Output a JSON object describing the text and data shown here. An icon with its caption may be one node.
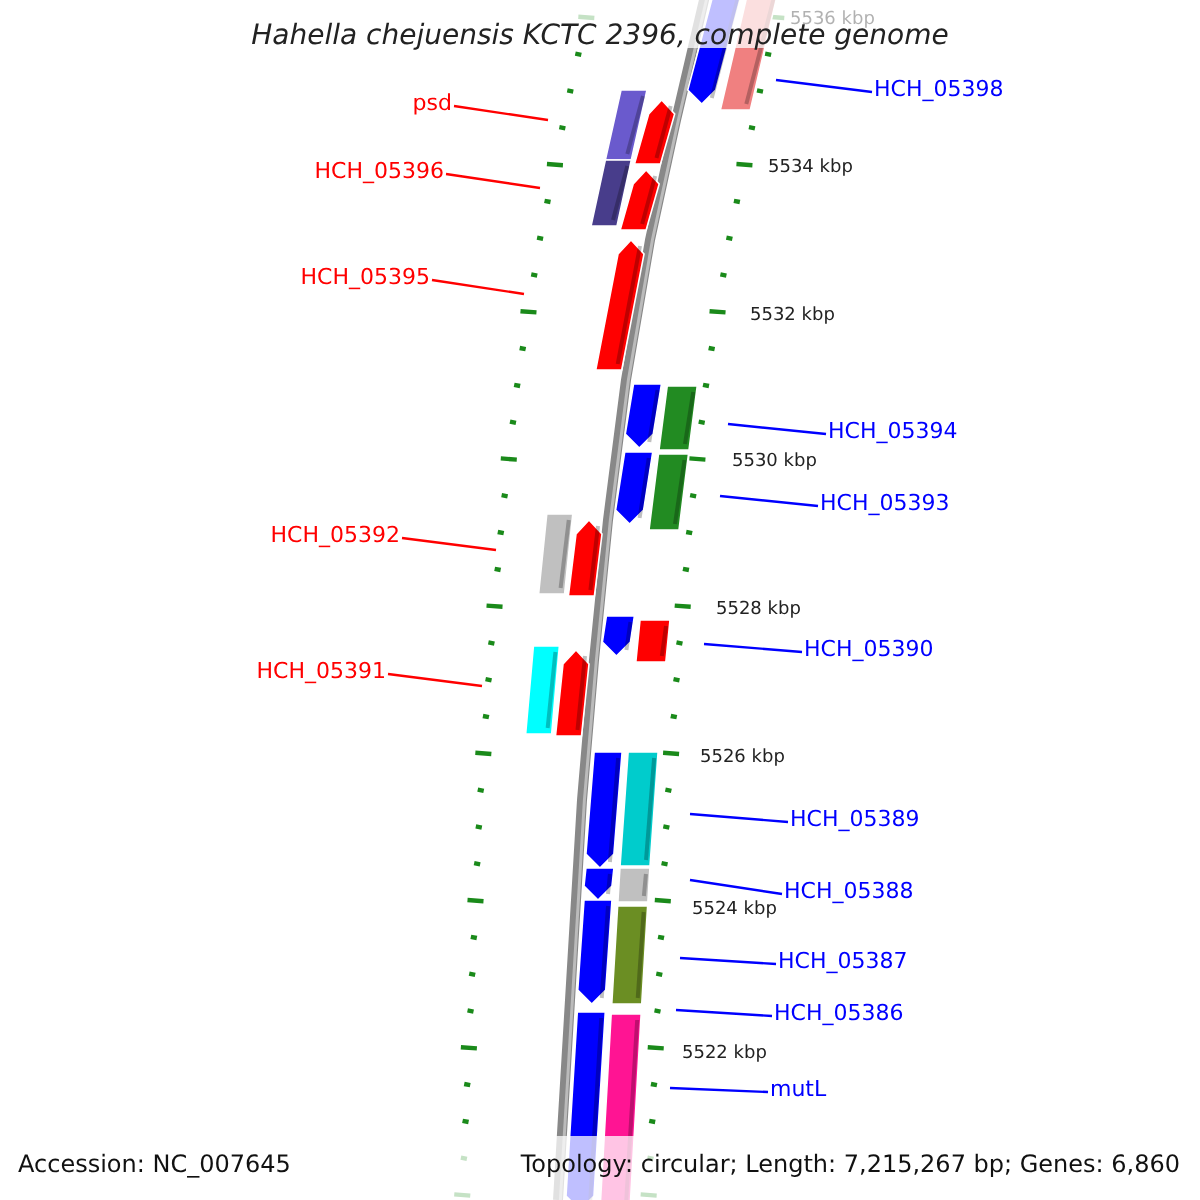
{
  "diagram": {
    "title": "Hahella chejuensis KCTC 2396, complete genome",
    "nodes": [
      {
        "text": [
          "HCH_05398"
        ]
      },
      {
        "text": [
          "psd"
        ]
      },
      {
        "text": [
          "HCH_05396"
        ]
      },
      {
        "text": [
          "HCH_05395"
        ]
      },
      {
        "text": [
          "HCH_05394"
        ]
      },
      {
        "text": [
          "HCH_05393"
        ]
      },
      {
        "text": [
          "HCH_05392"
        ]
      },
      {
        "text": [
          "HCH_05390"
        ]
      },
      {
        "text": [
          "HCH_05391"
        ]
      },
      {
        "text": [
          "HCH_05389"
        ]
      },
      {
        "text": [
          "HCH_05388"
        ]
      },
      {
        "text": [
          "HCH_05387"
        ]
      },
      {
        "text": [
          "HCH_05386"
        ]
      },
      {
        "text": [
          "mutL"
        ]
      }
    ],
    "edges": [
      {
        "from": 0,
        "to": null,
        "arrow": "none"
      },
      {
        "from": 1,
        "to": null,
        "arrow": "none",
        "color": "#ff0000"
      },
      {
        "from": 2,
        "to": null,
        "arrow": "none",
        "color": "#ff0000"
      },
      {
        "from": 3,
        "to": null,
        "arrow": "none",
        "color": "#ff0000"
      },
      {
        "from": 4,
        "to": null,
        "arrow": "none"
      },
      {
        "from": 5,
        "to": null,
        "arrow": "none"
      },
      {
        "from": 6,
        "to": null,
        "arrow": "none",
        "color": "#ff0000"
      },
      {
        "from": 7,
        "to": null,
        "arrow": "none"
      },
      {
        "from": 8,
        "to": null,
        "arrow": "none",
        "color": "#ff0000"
      },
      {
        "from": 9,
        "to": null,
        "arrow": "none"
      },
      {
        "from": 10,
        "to": null,
        "arrow": "none"
      },
      {
        "from": 11,
        "to": null,
        "arrow": "none"
      },
      {
        "from": 12,
        "to": null,
        "arrow": "none"
      },
      {
        "from": 13,
        "to": null,
        "arrow": "none"
      }
    ],
    "labels": [
      "5536 kbp",
      "5534 kbp",
      "5532 kbp",
      "5530 kbp",
      "5528 kbp",
      "5526 kbp",
      "5524 kbp",
      "5522 kbp",
      "Accession: NC_007645",
      "Topology: circular; Length: 7,215,267 bp; Genes: 6,860"
    ]
  }
}
